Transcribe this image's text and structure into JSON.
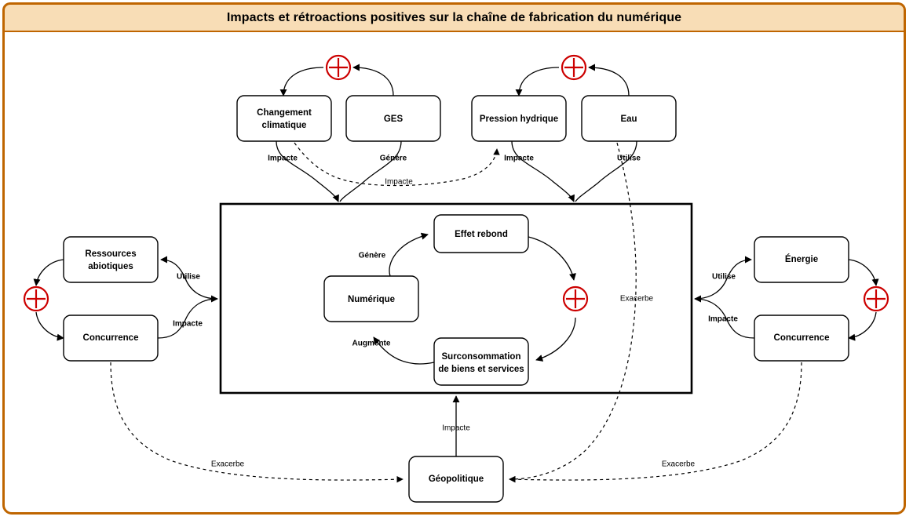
{
  "header": {
    "title": "Impacts et rétroactions positives sur la chaîne de fabrication du numérique",
    "bg_color": "#F8DDB6",
    "border_color": "#BF6500"
  },
  "colors": {
    "node_stroke": "#000000",
    "node_fill": "#FFFFFF",
    "plus_red": "#CC0000",
    "canvas_bg": "#FFFFFF"
  },
  "nodes": {
    "changement_climatique": "Changement\nclimatique",
    "changement_climatique_line1": "Changement",
    "changement_climatique_line2": "climatique",
    "ges": "GES",
    "pression_hydrique": "Pression hydrique",
    "eau": "Eau",
    "ressources_abiotiques_line1": "Ressources",
    "ressources_abiotiques_line2": "abiotiques",
    "concurrence_left": "Concurrence",
    "energie": "Énergie",
    "concurrence_right": "Concurrence",
    "effet_rebond": "Effet rebond",
    "numerique": "Numérique",
    "surconsommation_line1": "Surconsommation",
    "surconsommation_line2": "de biens et services",
    "geopolitique": "Géopolitique"
  },
  "edge_labels": {
    "cc_impacte": "Impacte",
    "ges_genere": "Génère",
    "cc_impacte_dashed": "Impacte",
    "ph_impacte": "Impacte",
    "eau_utilise": "Utilise",
    "left_utilise": "Utilise",
    "left_impacte": "Impacte",
    "right_utilise": "Utilise",
    "right_impacte": "Impacte",
    "genere": "Génère",
    "augmente": "Augmente",
    "geo_impacte": "Impacte",
    "exacerbe_center": "Exacerbe",
    "exacerbe_left": "Exacerbe",
    "exacerbe_right": "Exacerbe"
  },
  "markers": {
    "plus_top_left": "+",
    "plus_top_right": "+",
    "plus_left": "+",
    "plus_center": "+",
    "plus_right": "+"
  }
}
